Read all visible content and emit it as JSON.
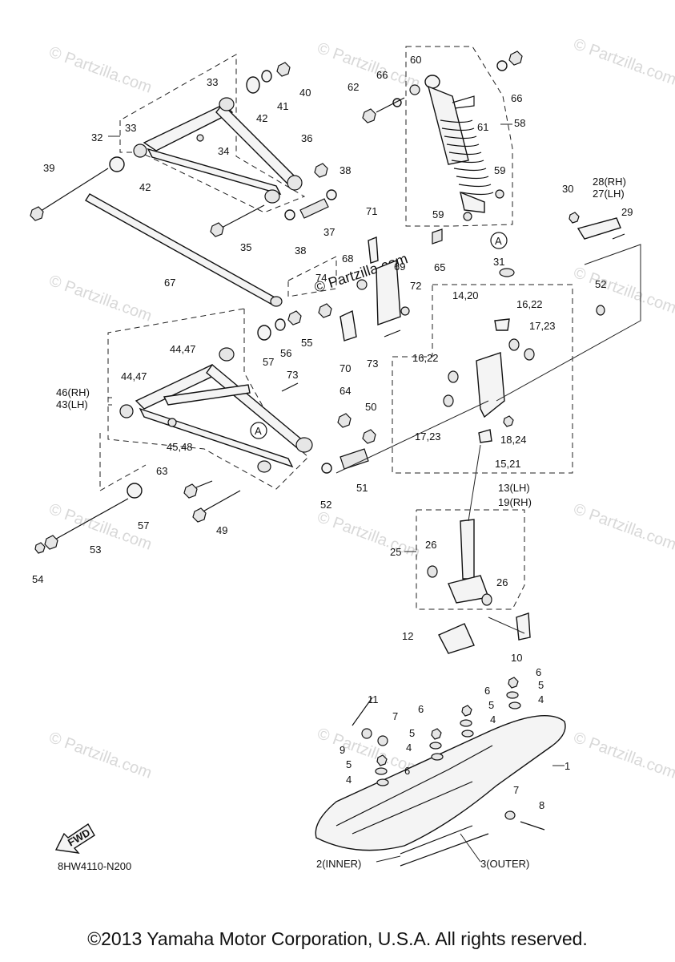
{
  "diagram_code": "8HW4110-N200",
  "fwd_label": "FWD",
  "copyright": "©2013 Yamaha Motor Corporation, U.S.A. All rights reserved.",
  "watermark_text": "© Partzilla.com",
  "callout_labels": [
    "A",
    "A"
  ],
  "callouts": [
    "1",
    "2(INNER)",
    "3(OUTER)",
    "4",
    "4",
    "4",
    "4",
    "5",
    "5",
    "5",
    "5",
    "6",
    "6",
    "6",
    "6",
    "7",
    "7",
    "8",
    "9",
    "10",
    "11",
    "12",
    "13(LH)",
    "19(RH)",
    "14,20",
    "15,21",
    "16,22",
    "16,22",
    "17,23",
    "17,23",
    "18,24",
    "25",
    "26",
    "26",
    "28(RH)",
    "27(LH)",
    "29",
    "30",
    "31",
    "32",
    "33",
    "33",
    "34",
    "35",
    "36",
    "37",
    "38",
    "38",
    "39",
    "40",
    "41",
    "42",
    "42",
    "44,47",
    "44,47",
    "46(RH)",
    "43(LH)",
    "45,48",
    "49",
    "50",
    "51",
    "52",
    "52",
    "53",
    "54",
    "55",
    "56",
    "57",
    "57",
    "58",
    "59",
    "59",
    "60",
    "61",
    "62",
    "63",
    "64",
    "65",
    "66",
    "66",
    "67",
    "68",
    "69",
    "70",
    "71",
    "72",
    "73",
    "73",
    "74"
  ],
  "colors": {
    "line": "#222222",
    "text": "#111111",
    "watermark": "#d8d8d8",
    "background": "#ffffff"
  }
}
